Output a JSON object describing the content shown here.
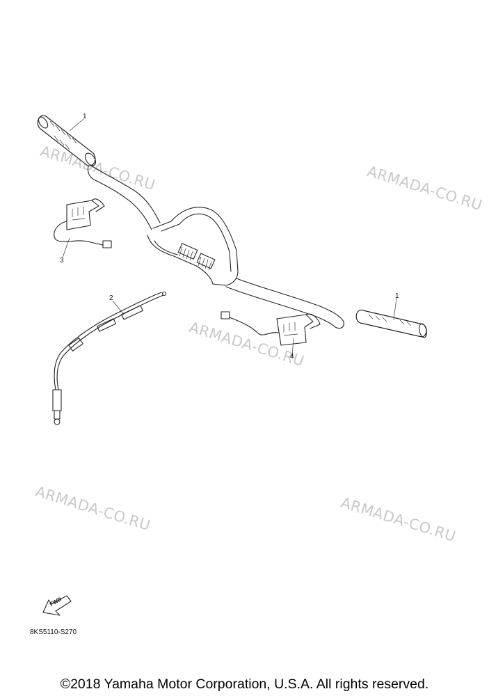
{
  "watermark": {
    "text": "ARMADA-CO.RU"
  },
  "callouts": {
    "grip_left": "1",
    "grip_right": "1",
    "cable": "2",
    "heater_left": "3",
    "heater_right": "4"
  },
  "fwd_label": "FWD",
  "part_code": "8KS5110-S270",
  "copyright": "©2018 Yamaha Motor Corporation, U.S.A. All rights reserved."
}
